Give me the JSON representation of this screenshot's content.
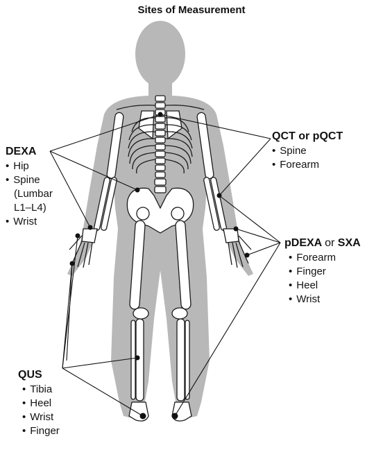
{
  "title": "Sites of Measurement",
  "colors": {
    "body_silhouette": "#b8b8b8",
    "skeleton_fill": "#ffffff",
    "skeleton_stroke": "#1a1a1a",
    "leader_line": "#111111",
    "site_dot": "#111111"
  },
  "labels": {
    "dexa": {
      "name": "DEXA",
      "sites": [
        "Hip",
        "Spine",
        "(Lumbar",
        "L1–L4)",
        "Wrist"
      ]
    },
    "qct": {
      "name": "QCT or pQCT",
      "sites": [
        "Spine",
        "Forearm"
      ]
    },
    "pdexa": {
      "name_part1": "pDEXA",
      "connector": "or",
      "name_part2": "SXA",
      "sites": [
        "Forearm",
        "Finger",
        "Heel",
        "Wrist"
      ]
    },
    "qus": {
      "name": "QUS",
      "sites": [
        "Tibia",
        "Heel",
        "Wrist",
        "Finger"
      ]
    }
  }
}
